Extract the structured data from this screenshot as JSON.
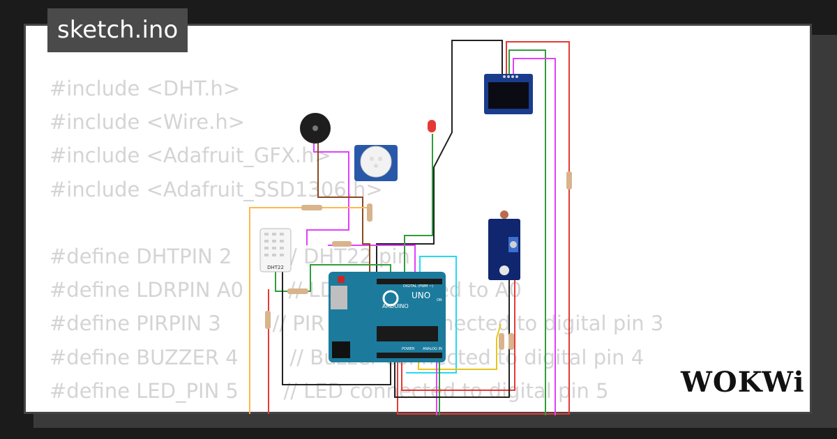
{
  "title": "sketch.ino",
  "code_lines": [
    "#include <DHT.h>",
    "#include <Wire.h>",
    "#include <Adafruit_GFX.h>",
    "#include <Adafruit_SSD1306.h>",
    "",
    "#define DHTPIN 2        // DHT22 pin",
    "#define LDRPIN A0       // LDR connected to A0",
    "#define PIRPIN 3        // PIR sensor connected to digital pin 3",
    "#define BUZZER 4        // Buzzer connected to digital pin 4",
    "#define LED_PIN 5       // LED connected to digital pin 5"
  ],
  "components": {
    "dht_label": "DHT22",
    "board_label": "UNO",
    "board_brand": "ARDUINO",
    "digital_header": "DIGITAL (PWM ~)",
    "power_header": "POWER",
    "analog_header": "ANALOG IN",
    "on_label": "ON"
  },
  "logo": "WOKWi",
  "colors": {
    "board": "#1c7b9c",
    "wire_red": "#e53935",
    "wire_green": "#2e9d3a",
    "wire_black": "#222222",
    "wire_pink": "#e040fb",
    "wire_cyan": "#26d9f0",
    "wire_orange": "#ffb74d",
    "wire_brown": "#8b4a1c",
    "wire_yellow": "#e6c619",
    "oled": "#1a3c8c",
    "pcb": "#10266e"
  }
}
